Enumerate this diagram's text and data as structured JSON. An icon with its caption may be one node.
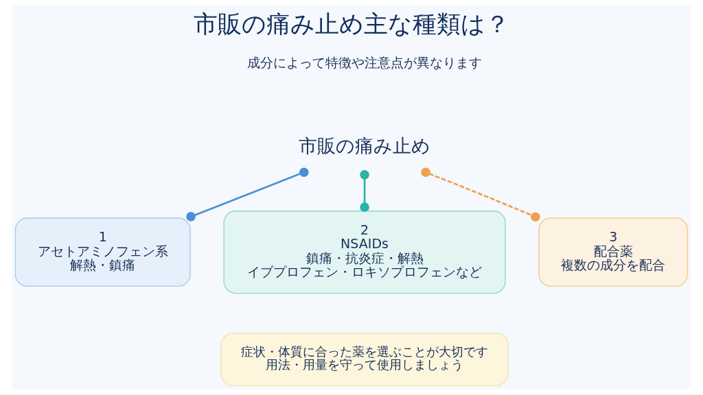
{
  "diagram": {
    "title": "市販の痛み止め主な種類は？",
    "nodes": [
      {
        "text": [
          "市販の痛み止め"
        ]
      },
      {
        "text": [
          "1",
          "アセトアミノフェン系",
          "解熱・鎮痛"
        ]
      },
      {
        "text": [
          "2",
          "NSAIDs",
          "鎮痛・抗炎症・解熱",
          "イブプロフェン・ロキソプロフェンなど"
        ]
      },
      {
        "text": [
          "3",
          "配合薬",
          "複数の成分を配合"
        ]
      },
      {
        "text": [
          "症状・体質に合った薬を選ぶことが大切です",
          "用法・用量を守って使用しましょう"
        ]
      }
    ],
    "edges": [
      {
        "from": 0,
        "to": 1,
        "arrow": "other",
        "color": "#4a90d9"
      },
      {
        "from": 0,
        "to": 2,
        "arrow": "other"
      },
      {
        "from": 0,
        "to": 3,
        "arrow": "other",
        "style": "dashed",
        "color": "#f0a050"
      }
    ],
    "labels": [
      "成分によって特徴や注意点が異なります"
    ]
  }
}
